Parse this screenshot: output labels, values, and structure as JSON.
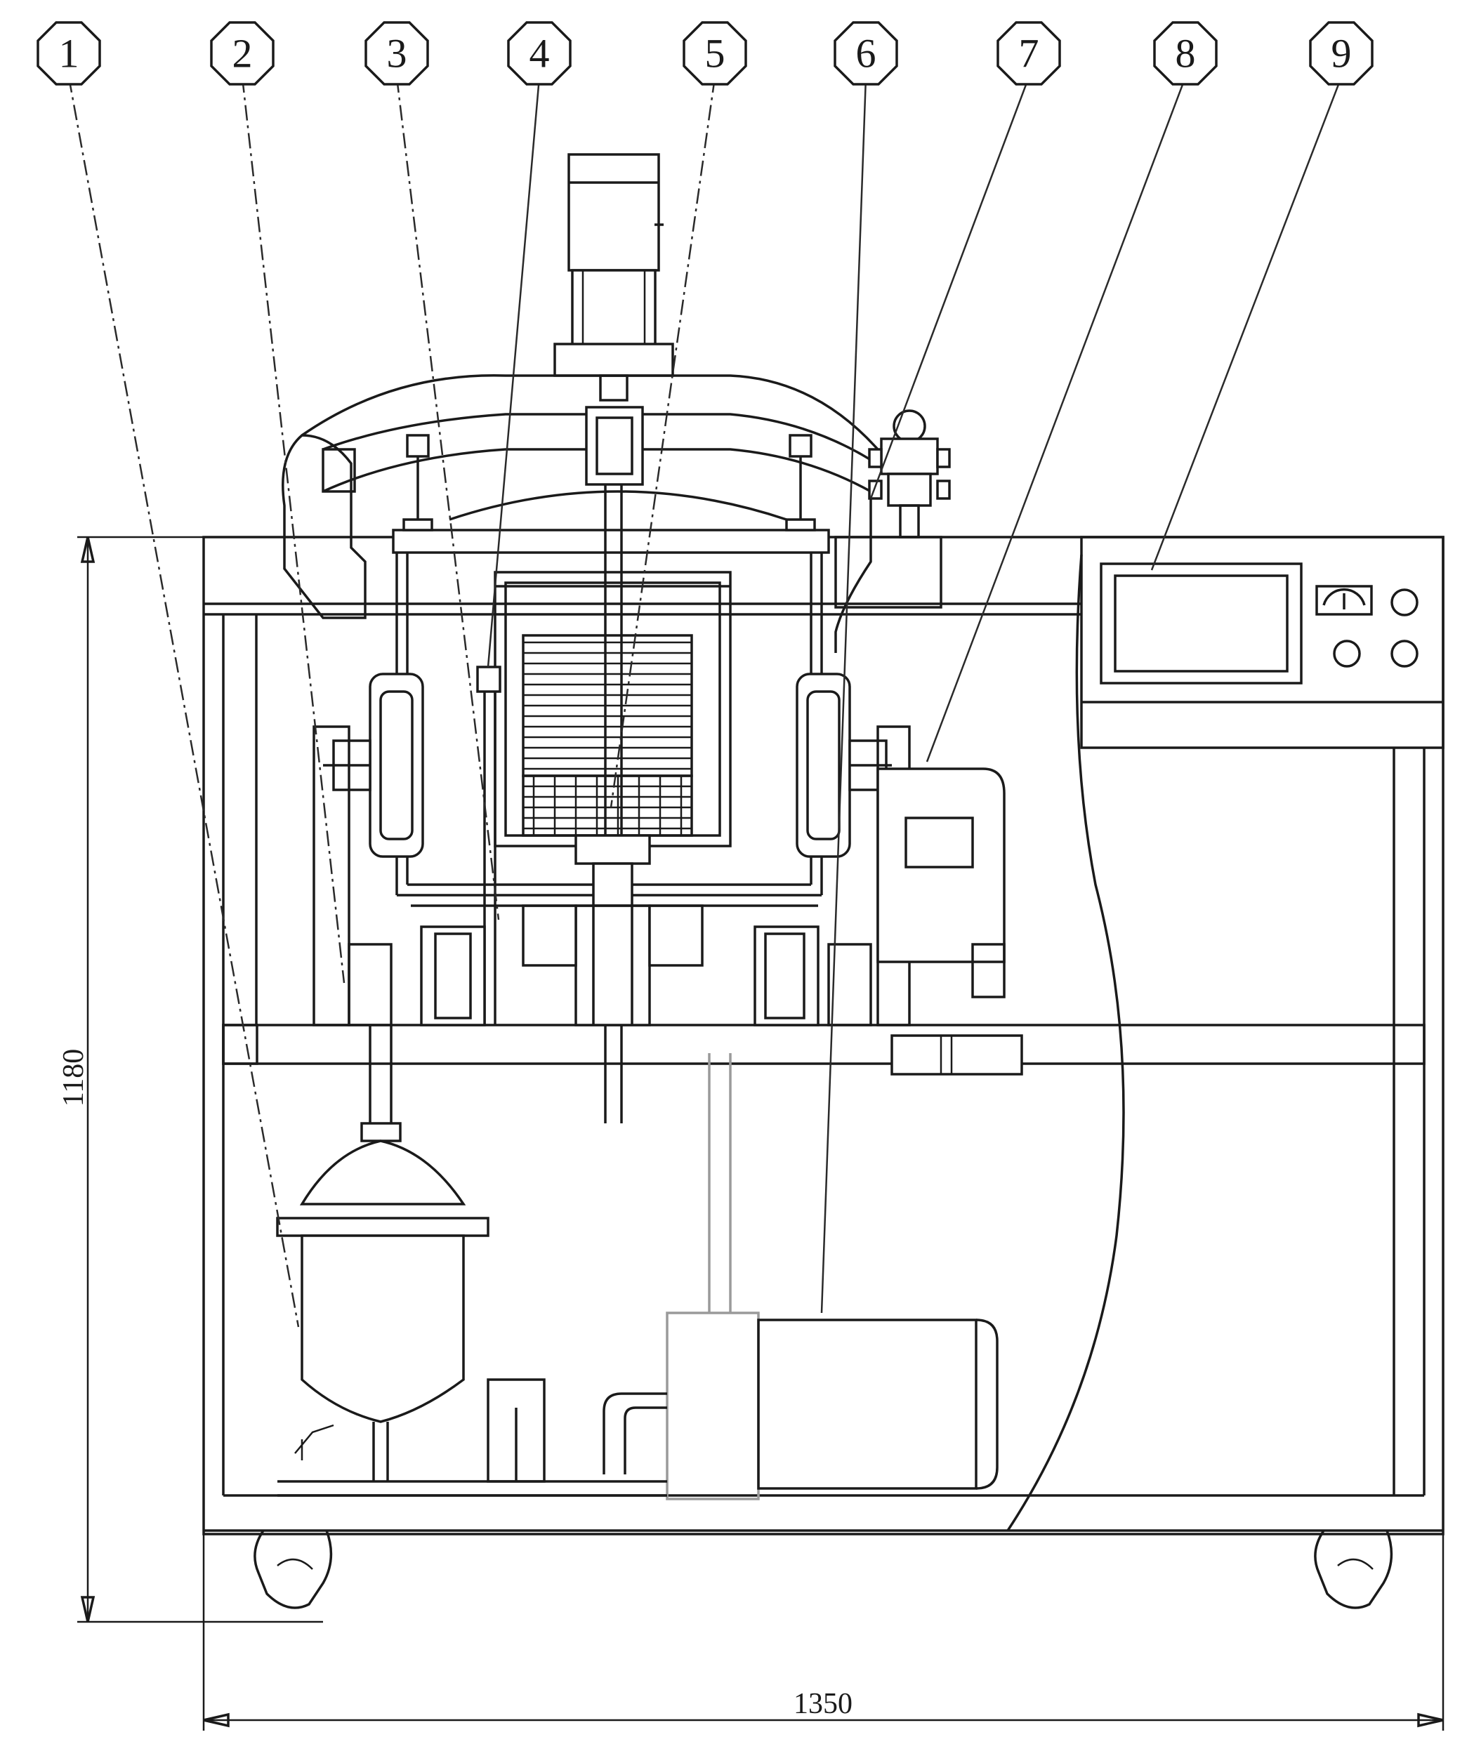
{
  "callouts": [
    "1",
    "2",
    "3",
    "4",
    "5",
    "6",
    "7",
    "8",
    "9"
  ],
  "dimensions": {
    "height_label": "1180",
    "width_label": "1350"
  },
  "colors": {
    "line": "#1a1a1a",
    "background": "#ffffff",
    "hidden_component": "#9a9a9a"
  }
}
